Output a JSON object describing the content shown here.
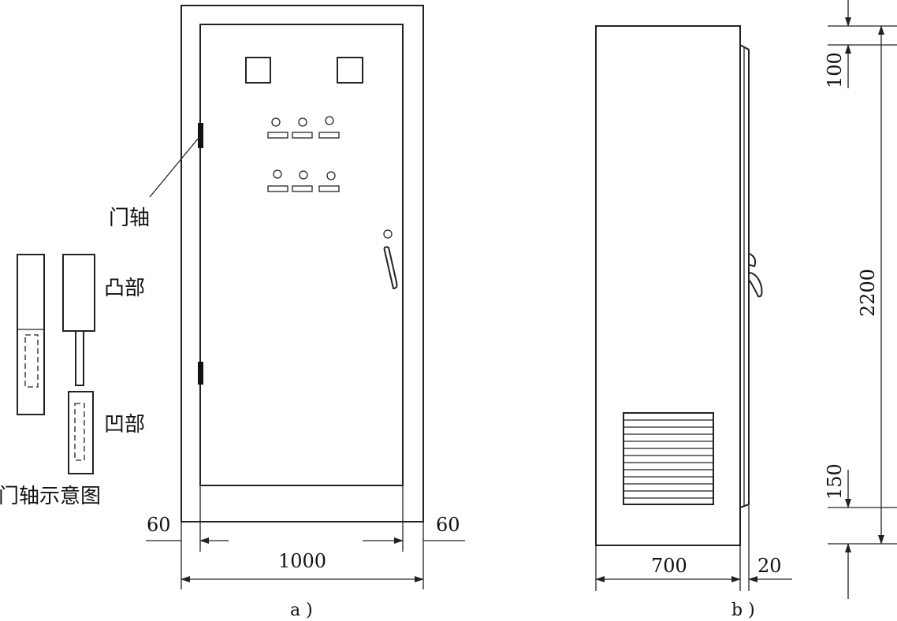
{
  "labels": {
    "door_hinge": "门轴",
    "convex_part": "凸部",
    "concave_part": "凹部",
    "hinge_diagram": "门轴示意图"
  },
  "dimensions": {
    "front_left_margin": "60",
    "front_right_margin": "60",
    "front_width": "1000",
    "side_depth": "700",
    "side_door_thickness": "20",
    "top_gap": "100",
    "total_height": "2200",
    "bottom_gap": "150"
  },
  "captions": {
    "front_view": "a )",
    "side_view": "b )"
  }
}
